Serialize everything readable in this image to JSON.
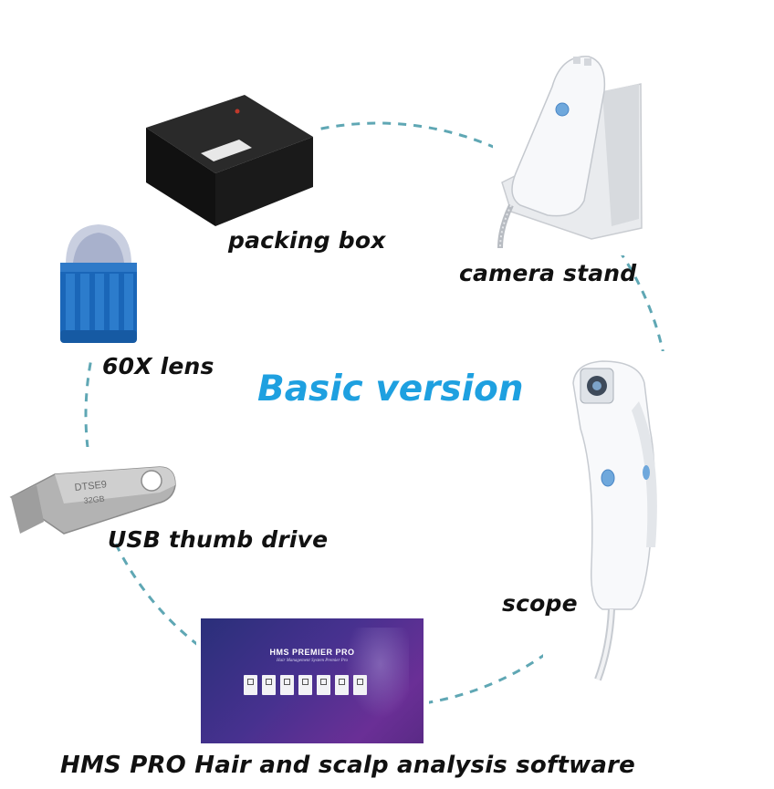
{
  "title": "Basic version",
  "title_color": "#1ea0e0",
  "ring_color": "#5fa7b4",
  "items": {
    "packing_box": "packing box",
    "camera_stand": "camera stand",
    "lens": "60X lens",
    "usb": "USB thumb drive",
    "scope": "scope",
    "software": "HMS PRO Hair and scalp analysis software"
  },
  "usb_text": {
    "model": "DTSE9",
    "capacity": "32GB"
  },
  "software_screen": {
    "title": "HMS PREMIER PRO",
    "subtitle": "Hair Management System Premier Pro"
  }
}
